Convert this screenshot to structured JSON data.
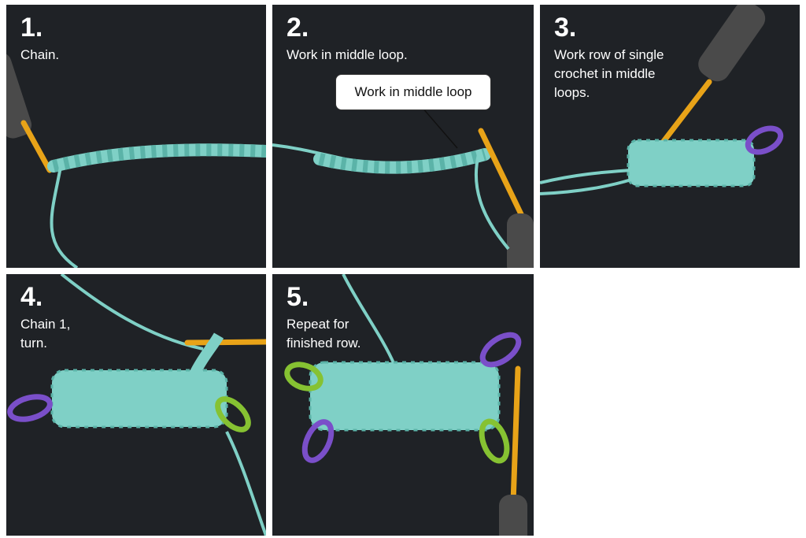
{
  "steps": [
    {
      "number": "1.",
      "caption": "Chain."
    },
    {
      "number": "2.",
      "caption": "Work in middle loop.",
      "callout": "Work in middle loop"
    },
    {
      "number": "3.",
      "caption": "Work row of single\ncrochet in middle\nloops."
    },
    {
      "number": "4.",
      "caption": "Chain 1,\nturn."
    },
    {
      "number": "5.",
      "caption": "Repeat for\nfinished row."
    }
  ],
  "colors": {
    "background": "#1f2226",
    "yarn": "#7fd0c6",
    "hook": "#e8a318",
    "handle": "#4a4a4a",
    "marker_purple": "#7a4fc9",
    "marker_green": "#86c232"
  }
}
